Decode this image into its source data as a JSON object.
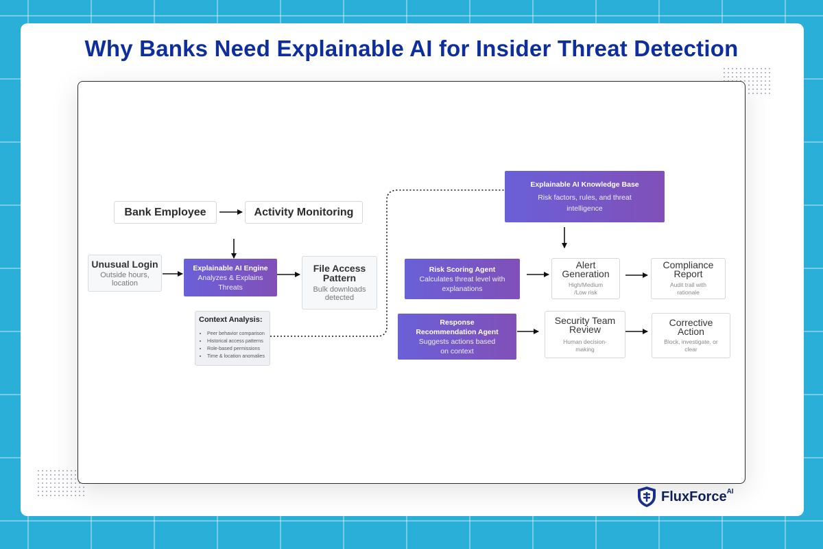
{
  "title": "Why Banks Need Explainable AI for Insider Threat Detection",
  "colors": {
    "title": "#0d2e9c",
    "background": "#2ab0d8",
    "node_gradient_start": "#6a60d8",
    "node_gradient_end": "#8150b8"
  },
  "nodes": {
    "bank_employee": {
      "title": "Bank Employee"
    },
    "activity_monitoring": {
      "title": "Activity Monitoring"
    },
    "unusual_login": {
      "title": "Unusual Login",
      "subtitle": "Outside hours, location"
    },
    "xai_engine": {
      "title": "Explainable AI Engine",
      "subtitle": "Analyzes & Explains Threats"
    },
    "file_access": {
      "title": "File Access Pattern",
      "subtitle": "Bulk downloads detected"
    },
    "context_analysis": {
      "title": "Context Analysis:",
      "items": [
        "Peer behavior comparison",
        "Historical access patterns",
        "Role-based permissions",
        "Time & location anomalies"
      ]
    },
    "knowledge_base": {
      "title": "Explainable AI Knowledge Base",
      "subtitle": "Risk factors, rules, and threat intelligence"
    },
    "risk_scoring": {
      "title": "Risk Scoring Agent",
      "subtitle": "Calculates threat level with explanations"
    },
    "alert_generation": {
      "title": "Alert Generation",
      "subtitle": "High/Medium /Low risk"
    },
    "compliance_report": {
      "title": "Compliance Report",
      "subtitle": "Audit trail with rationale"
    },
    "response_agent": {
      "title": "Response Recommendation Agent",
      "subtitle": "Suggests actions based on context"
    },
    "security_review": {
      "title": "Security Team Review",
      "subtitle": "Human decision-making"
    },
    "corrective_action": {
      "title": "Corrective Action",
      "subtitle": "Block, investigate, or clear"
    }
  },
  "logo": {
    "name": "FluxForce",
    "suffix": "AI",
    "icon": "shield-logo-icon"
  }
}
